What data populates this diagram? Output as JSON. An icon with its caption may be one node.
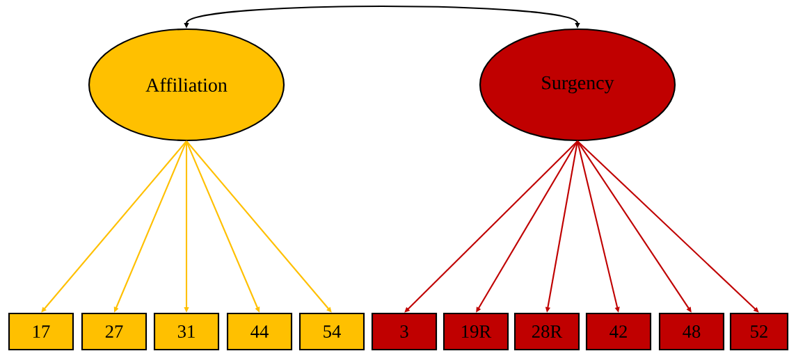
{
  "diagram": {
    "nodes": [
      {
        "text": [
          "Affiliation"
        ]
      },
      {
        "text": [
          "Surgency"
        ]
      },
      {
        "text": [
          "17"
        ]
      },
      {
        "text": [
          "27"
        ]
      },
      {
        "text": [
          "31"
        ]
      },
      {
        "text": [
          "44"
        ]
      },
      {
        "text": [
          "54"
        ]
      },
      {
        "text": [
          "3"
        ]
      },
      {
        "text": [
          "19R"
        ]
      },
      {
        "text": [
          "28R"
        ]
      },
      {
        "text": [
          "42"
        ]
      },
      {
        "text": [
          "48"
        ]
      },
      {
        "text": [
          "52"
        ]
      }
    ],
    "edges": [
      {
        "from": 0,
        "to": 1,
        "arrow": "both",
        "color": "#000000"
      },
      {
        "from": 0,
        "to": 2,
        "arrow": "to",
        "color": "#ffc000"
      },
      {
        "from": 0,
        "to": 3,
        "arrow": "to",
        "color": "#ffc000"
      },
      {
        "from": 0,
        "to": 4,
        "arrow": "to",
        "color": "#ffc000"
      },
      {
        "from": 0,
        "to": 5,
        "arrow": "to",
        "color": "#ffc000"
      },
      {
        "from": 0,
        "to": 6,
        "arrow": "to",
        "color": "#ffc000"
      },
      {
        "from": 1,
        "to": 7,
        "arrow": "to",
        "color": "#c00000"
      },
      {
        "from": 1,
        "to": 8,
        "arrow": "to",
        "color": "#c00000"
      },
      {
        "from": 1,
        "to": 9,
        "arrow": "to",
        "color": "#c00000"
      },
      {
        "from": 1,
        "to": 10,
        "arrow": "to",
        "color": "#c00000"
      },
      {
        "from": 1,
        "to": 11,
        "arrow": "to",
        "color": "#c00000"
      },
      {
        "from": 1,
        "to": 12,
        "arrow": "to",
        "color": "#c00000"
      }
    ]
  }
}
